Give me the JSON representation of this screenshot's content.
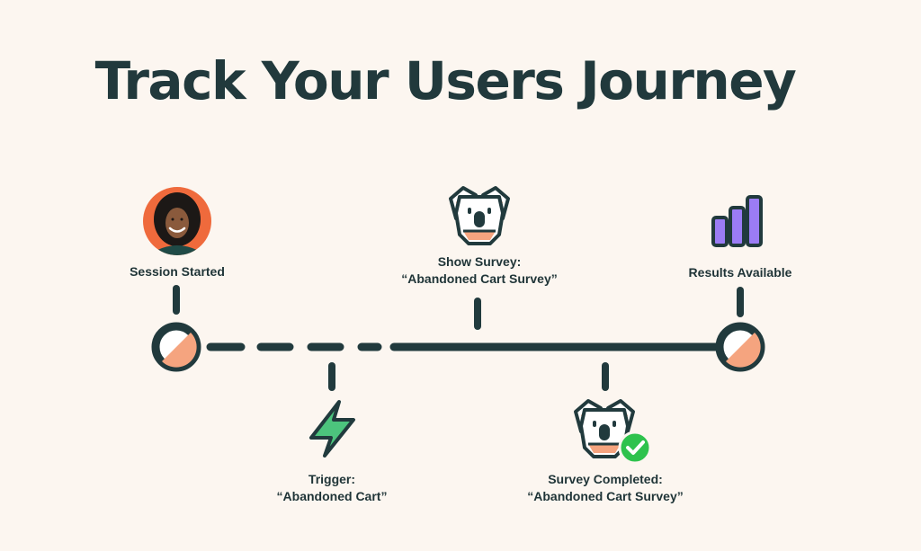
{
  "title": "Track Your Users Journey",
  "events": [
    {
      "id": "session-started",
      "icon": "user-avatar",
      "line1": "Session Started",
      "line2": ""
    },
    {
      "id": "trigger",
      "icon": "lightning-bolt-icon",
      "line1": "Trigger:",
      "line2": "“Abandoned Cart”"
    },
    {
      "id": "show-survey",
      "icon": "koala-mascot-icon",
      "line1": "Show Survey:",
      "line2": "“Abandoned Cart Survey”"
    },
    {
      "id": "survey-completed",
      "icon": "koala-mascot-check-icon",
      "line1": "Survey Completed:",
      "line2": "“Abandoned Cart Survey”"
    },
    {
      "id": "results-available",
      "icon": "bar-chart-icon",
      "line1": "Results Available",
      "line2": ""
    }
  ],
  "colors": {
    "background": "#fcf6f0",
    "ink": "#213a3d",
    "accent": "#f5a47f",
    "avatar_bg": "#ef6a3c",
    "bolt": "#4cc47d",
    "check": "#2ec24d",
    "bars": "#9b7cf5"
  }
}
